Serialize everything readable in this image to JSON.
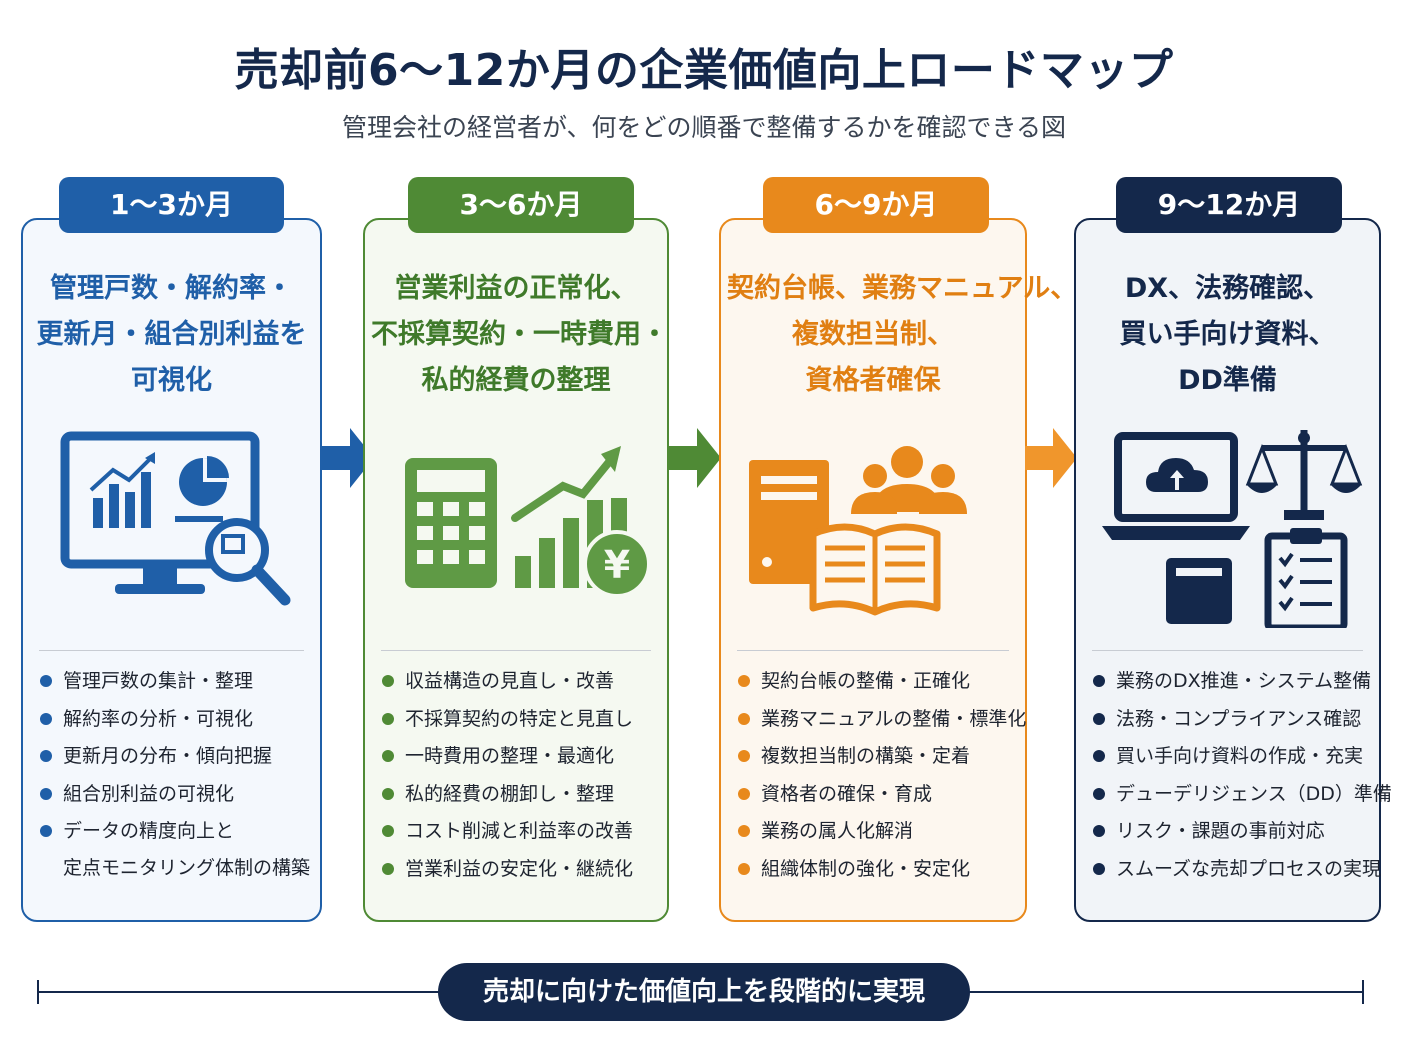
{
  "title": "売却前6〜12か月の企業価値向上ロードマップ",
  "subtitle": "管理会社の経営者が、何をどの順番で整備するかを確認できる図",
  "colors": {
    "blue": "#1f5fa8",
    "green": "#4f8a35",
    "orange": "#e8891c",
    "navy": "#14284b"
  },
  "phases": [
    {
      "period": "1〜3か月",
      "heading": [
        "管理戸数・解約率・",
        "更新月・組合別利益を",
        "可視化"
      ],
      "icon": "analytics-monitor-icon",
      "items": [
        "管理戸数の集計・整理",
        "解約率の分析・可視化",
        "更新月の分布・傾向把握",
        "組合別利益の可視化",
        "データの精度向上と",
        "定点モニタリング体制の構築"
      ]
    },
    {
      "period": "3〜6か月",
      "heading": [
        "営業利益の正常化、",
        "不採算契約・一時費用・",
        "私的経費の整理"
      ],
      "icon": "calculator-growth-yen-icon",
      "items": [
        "収益構造の見直し・改善",
        "不採算契約の特定と見直し",
        "一時費用の整理・最適化",
        "私的経費の棚卸し・整理",
        "コスト削減と利益率の改善",
        "営業利益の安定化・継続化"
      ]
    },
    {
      "period": "6〜9か月",
      "heading": [
        "契約台帳、業務マニュアル、",
        "複数担当制、",
        "資格者確保"
      ],
      "icon": "ledger-team-manual-icon",
      "items": [
        "契約台帳の整備・正確化",
        "業務マニュアルの整備・標準化",
        "複数担当制の構築・定着",
        "資格者の確保・育成",
        "業務の属人化解消",
        "組織体制の強化・安定化"
      ]
    },
    {
      "period": "9〜12か月",
      "heading": [
        "DX、法務確認、",
        "買い手向け資料、",
        "DD準備"
      ],
      "icon": "cloud-laptop-scale-checklist-icon",
      "items": [
        "業務のDX推進・システム整備",
        "法務・コンプライアンス確認",
        "買い手向け資料の作成・充実",
        "デューデリジェンス（DD）準備",
        "リスク・課題の事前対応",
        "スムーズな売却プロセスの実現"
      ]
    }
  ],
  "footer": "売却に向けた価値向上を段階的に実現"
}
